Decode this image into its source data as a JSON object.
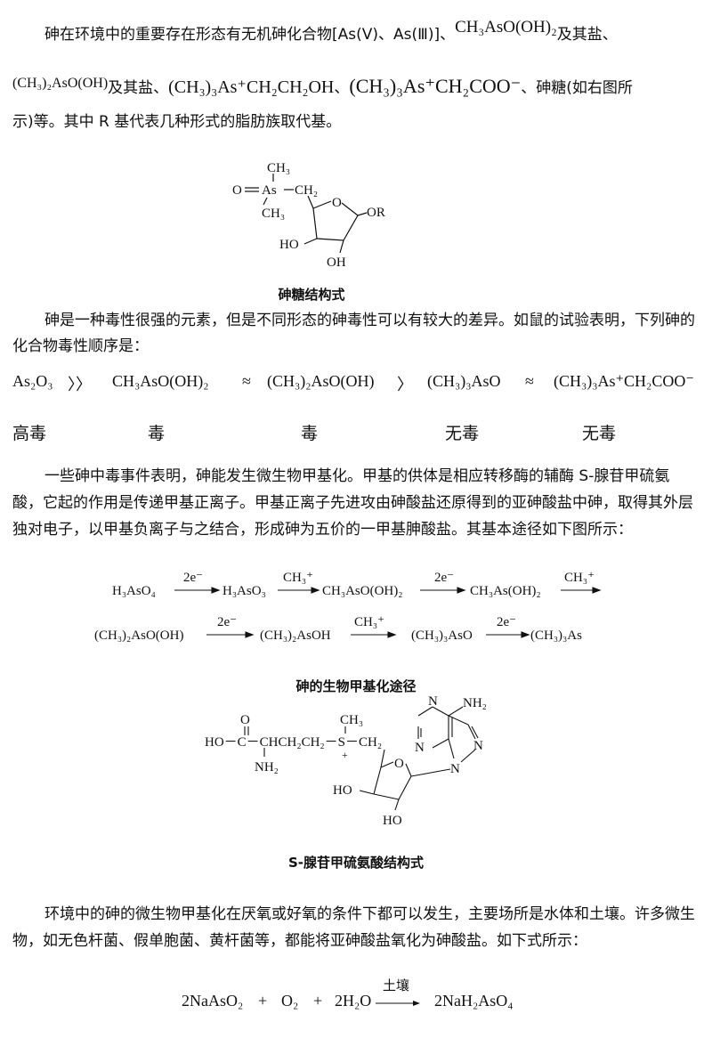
{
  "para1": {
    "line1_a": "砷在环境中的重要存在形态有无机砷化合物[As(Ⅴ)、As(Ⅲ)]、",
    "line1_b": "CH₃AsO(OH)₂",
    "line1_c": "及其盐、",
    "line2_a": "(CH₃)₂AsO(OH)",
    "line2_b": "及其盐、",
    "line2_c": "(CH₃)₃As⁺CH₂CH₂OH",
    "line2_d": "、",
    "line2_e": "(CH₃)₃As⁺CH₂COO⁻",
    "line2_f": "、砷糖(如右图所",
    "line3": "示)等。其中 R 基代表几种形式的脂肪族取代基。"
  },
  "sugar": {
    "caption": "砷糖结构式",
    "labels": {
      "ch3_top": "CH₃",
      "o_eq": "O",
      "as": "As",
      "ch2": "CH₂",
      "ch3_bottom": "CH₃",
      "ring_o": "O",
      "or": "OR",
      "ho": "HO",
      "oh": "OH"
    }
  },
  "para2": "砷是一种毒性很强的元素，但是不同形态的砷毒性可以有较大的差异。如鼠的试验表明，下列砷的化合物毒性顺序是：",
  "toxicity": {
    "compounds": [
      "As₂O₃",
      "〉〉",
      "CH₃AsO(OH)₂",
      "≈",
      "(CH₃)₂AsO(OH)",
      "〉",
      "(CH₃)₃AsO",
      "≈",
      "(CH₃)₃As⁺CH₂COO⁻"
    ],
    "levels": [
      "高毒",
      "毒",
      "毒",
      "无毒",
      "无毒"
    ]
  },
  "para3": "一些砷中毒事件表明，砷能发生微生物甲基化。甲基的供体是相应转移酶的辅酶 S-腺苷甲硫氨酸，它起的作用是传递甲基正离子。甲基正离子先进攻由砷酸盐还原得到的亚砷酸盐中砷，取得其外层独对电子，以甲基负离子与之结合，形成砷为五价的一甲基胂酸盐。其基本途径如下图所示：",
  "pathway": {
    "row1": [
      "H₃AsO₄",
      "H₃AsO₃",
      "CH₃AsO(OH)₂",
      "CH₃As(OH)₂"
    ],
    "row1_arrows": [
      "2e⁻",
      "CH₃⁺",
      "2e⁻",
      "CH₃⁺"
    ],
    "row2": [
      "(CH₃)₂AsO(OH)",
      "(CH₃)₂AsOH",
      "(CH₃)₃AsO",
      "(CH₃)₃As"
    ],
    "row2_arrows": [
      "2e⁻",
      "CH₃⁺",
      "2e⁻"
    ],
    "caption": "砷的生物甲基化途径"
  },
  "sam": {
    "caption": "S-腺苷甲硫氨酸结构式",
    "labels": {
      "o": "O",
      "chain": "HO－C－CHCH₂CH₂－S－CH₂",
      "nh2": "NH₂",
      "ch3": "CH₃",
      "plus": "+",
      "ho": "HO",
      "oh": "HO",
      "ring_o": "O",
      "n1": "N",
      "n3": "N",
      "n7": "N",
      "n9": "N",
      "amine": "NH₂"
    }
  },
  "para4": "环境中的砷的微生物甲基化在厌氧或好氧的条件下都可以发生，主要场所是水体和土壤。许多微生物，如无色杆菌、假单胞菌、黄杆菌等，都能将亚砷酸盐氧化为砷酸盐。如下式所示：",
  "equation": {
    "terms": [
      "2NaAsO₂",
      "+",
      "O₂",
      "+",
      "2H₂O",
      "2NaH₂AsO₄"
    ],
    "condition": "土壤"
  }
}
